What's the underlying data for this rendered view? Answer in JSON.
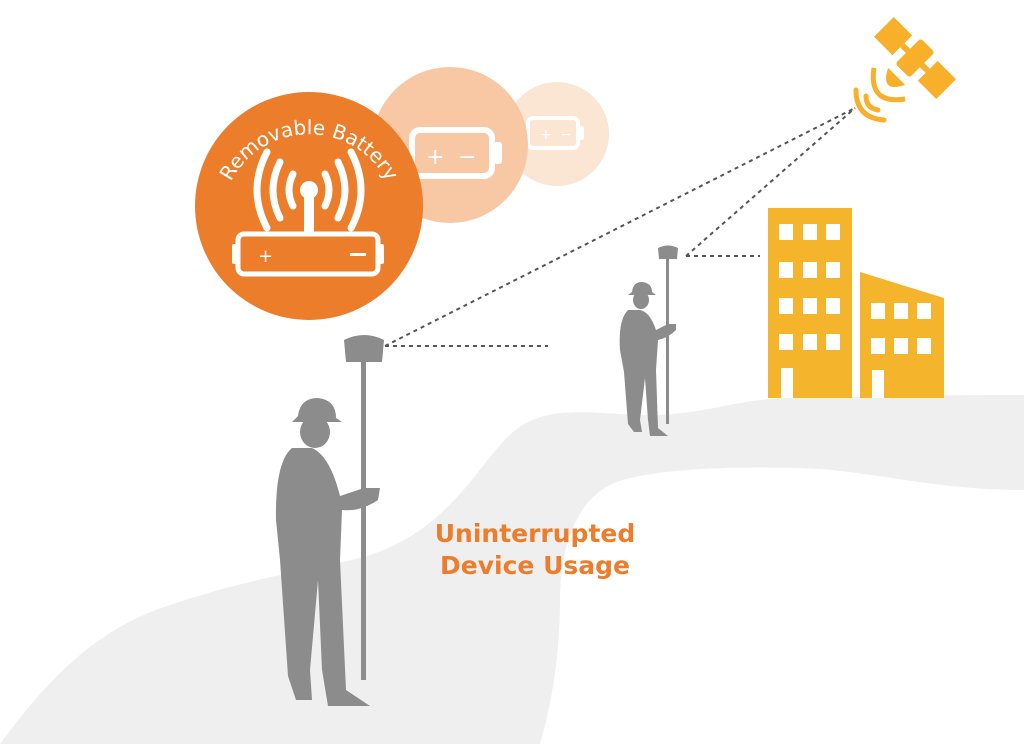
{
  "badge": {
    "label": "Removable Battery"
  },
  "caption": {
    "line1": "Uninterrupted",
    "line2": "Device Usage"
  },
  "colors": {
    "accent": "#ec7d2b",
    "accent_light": "#f7c8a3",
    "accent_faint": "#fbe5d3",
    "building": "#f4b52c",
    "satellite": "#f8b02a",
    "person": "#8c8c8c",
    "road": "#efefef"
  },
  "icons": [
    "satellite-icon",
    "antenna-icon",
    "battery-icon",
    "building-icon",
    "surveyor-icon"
  ]
}
